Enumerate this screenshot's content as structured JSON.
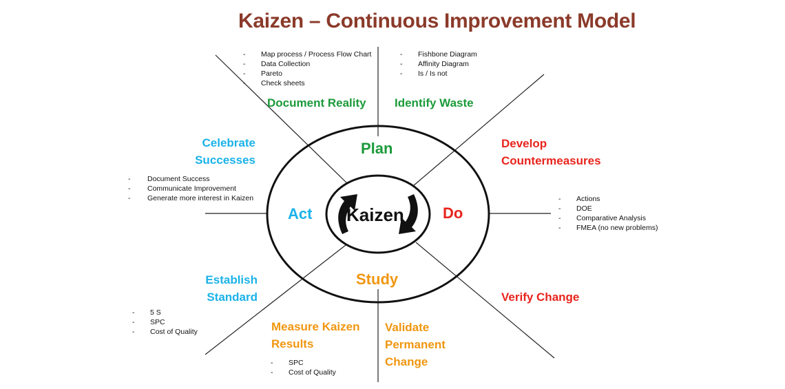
{
  "title": "Kaizen – Continuous Improvement Model",
  "center": "Kaizen",
  "phases": {
    "plan": "Plan",
    "do": "Do",
    "study": "Study",
    "act": "Act"
  },
  "steps": {
    "document_reality": {
      "label": "Document Reality",
      "items": [
        "Map process / Process Flow Chart",
        "Data Collection",
        "Pareto",
        "Check sheets"
      ]
    },
    "identify_waste": {
      "label": "Identify Waste",
      "items": [
        "Fishbone Diagram",
        "Affinity Diagram",
        "Is / Is not"
      ]
    },
    "develop_countermeasures": {
      "label_line1": "Develop",
      "label_line2": "Countermeasures",
      "items": [
        "Actions",
        "DOE",
        "Comparative Analysis",
        "FMEA (no new problems)"
      ]
    },
    "verify_change": {
      "label": "Verify Change"
    },
    "validate_permanent_change": {
      "label_line1": "Validate",
      "label_line2": "Permanent",
      "label_line3": "Change"
    },
    "measure_kaizen_results": {
      "label_line1": "Measure Kaizen",
      "label_line2": "Results",
      "items": [
        "SPC",
        "Cost of Quality"
      ]
    },
    "establish_standard": {
      "label_line1": "Establish",
      "label_line2": "Standard",
      "items": [
        "5 S",
        "SPC",
        "Cost of Quality"
      ]
    },
    "celebrate_successes": {
      "label_line1": "Celebrate",
      "label_line2": "Successes",
      "items": [
        "Document Success",
        "Communicate Improvement",
        "Generate more interest in Kaizen"
      ]
    }
  },
  "colors": {
    "title": "#8b3a2a",
    "plan": "#1b9a3a",
    "do": "#e8241c",
    "study": "#f0960f",
    "act": "#1ab2e8",
    "lines": "#222222"
  },
  "icons": [
    "cycle-arrow-top-icon",
    "cycle-arrow-bottom-icon"
  ]
}
